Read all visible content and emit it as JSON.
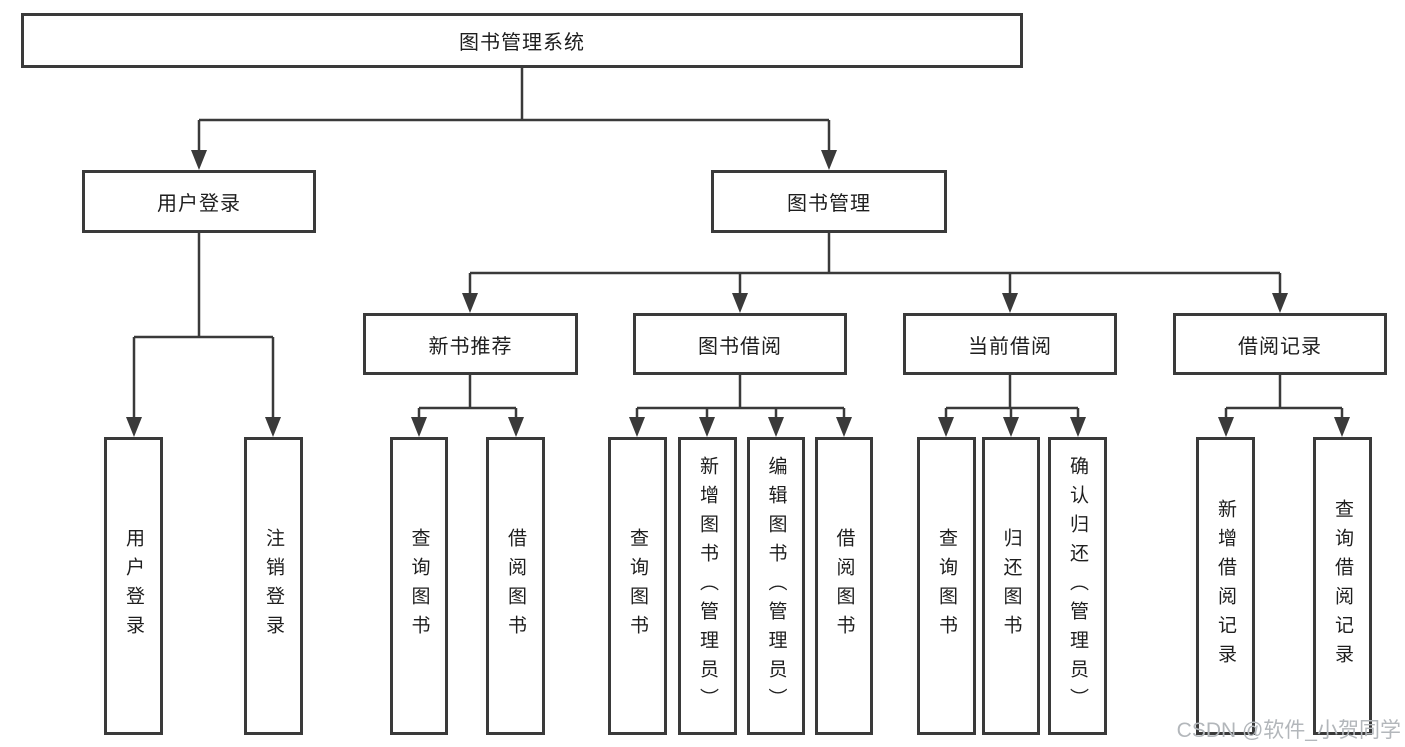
{
  "tree": {
    "root": {
      "label": "图书管理系统",
      "children": [
        {
          "label": "用户登录",
          "children": [
            {
              "label": "用户登录"
            },
            {
              "label": "注销登录"
            }
          ]
        },
        {
          "label": "图书管理",
          "children": [
            {
              "label": "新书推荐",
              "children": [
                {
                  "label": "查询图书"
                },
                {
                  "label": "借阅图书"
                }
              ]
            },
            {
              "label": "图书借阅",
              "children": [
                {
                  "label": "查询图书"
                },
                {
                  "label": "新增图书（管理员）"
                },
                {
                  "label": "编辑图书（管理员）"
                },
                {
                  "label": "借阅图书"
                }
              ]
            },
            {
              "label": "当前借阅",
              "children": [
                {
                  "label": "查询图书"
                },
                {
                  "label": "归还图书"
                },
                {
                  "label": "确认归还（管理员）"
                }
              ]
            },
            {
              "label": "借阅记录",
              "children": [
                {
                  "label": "新增借阅记录"
                },
                {
                  "label": "查询借阅记录"
                }
              ]
            }
          ]
        }
      ]
    }
  },
  "watermark": {
    "text": "CSDN @软件_小贺同学"
  },
  "colors": {
    "background": "#ffffff",
    "box_border": "#3a3a3a",
    "connector": "#3a3a3a",
    "text": "#1e1e1e",
    "watermark": "#b3b7bb"
  }
}
